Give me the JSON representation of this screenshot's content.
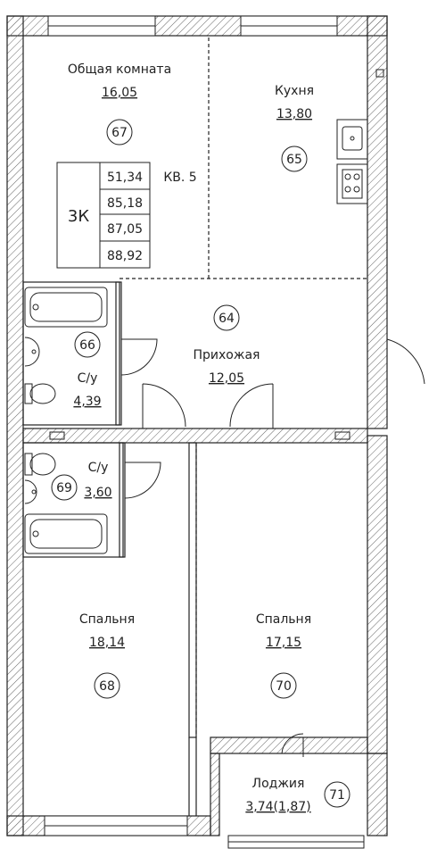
{
  "apartment": {
    "label": "КВ. 5",
    "rooms_label": "3К",
    "areas": [
      "51,34",
      "85,18",
      "87,05",
      "88,92"
    ]
  },
  "rooms": {
    "living": {
      "name": "Общая комната",
      "area": "16,05",
      "number": "67"
    },
    "kitchen": {
      "name": "Кухня",
      "area": "13,80",
      "number": "65"
    },
    "hall": {
      "name": "Прихожая",
      "area": "12,05",
      "number": "64"
    },
    "bath1": {
      "name": "С/у",
      "area": "4,39",
      "number": "66"
    },
    "bath2": {
      "name": "С/у",
      "area": "3,60",
      "number": "69"
    },
    "bedroom1": {
      "name": "Спальня",
      "area": "18,14",
      "number": "68"
    },
    "bedroom2": {
      "name": "Спальня",
      "area": "17,15",
      "number": "70"
    },
    "loggia": {
      "name": "Лоджия",
      "area": "3,74(1,87)",
      "number": "71"
    }
  },
  "colors": {
    "line": "#222222",
    "hatch": "#666666",
    "background": "#ffffff"
  }
}
